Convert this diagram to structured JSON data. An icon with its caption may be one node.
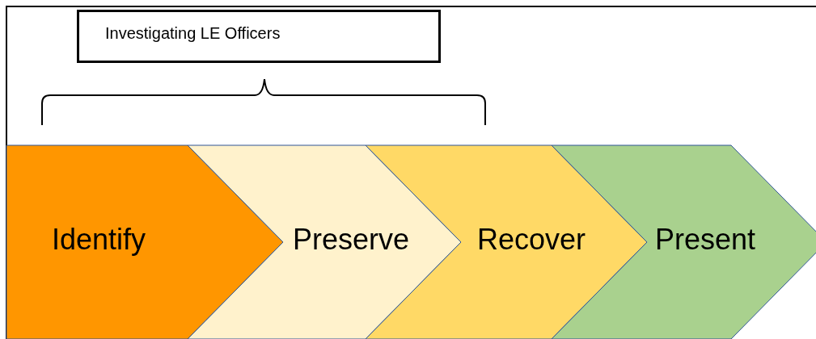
{
  "diagram": {
    "nodes": [
      {
        "text": [
          "Investigating LE Officers"
        ]
      },
      {
        "text": [
          "Identify"
        ]
      },
      {
        "text": [
          "Preserve"
        ]
      },
      {
        "text": [
          "Recover"
        ]
      },
      {
        "text": [
          "Present"
        ]
      }
    ],
    "edges": []
  }
}
